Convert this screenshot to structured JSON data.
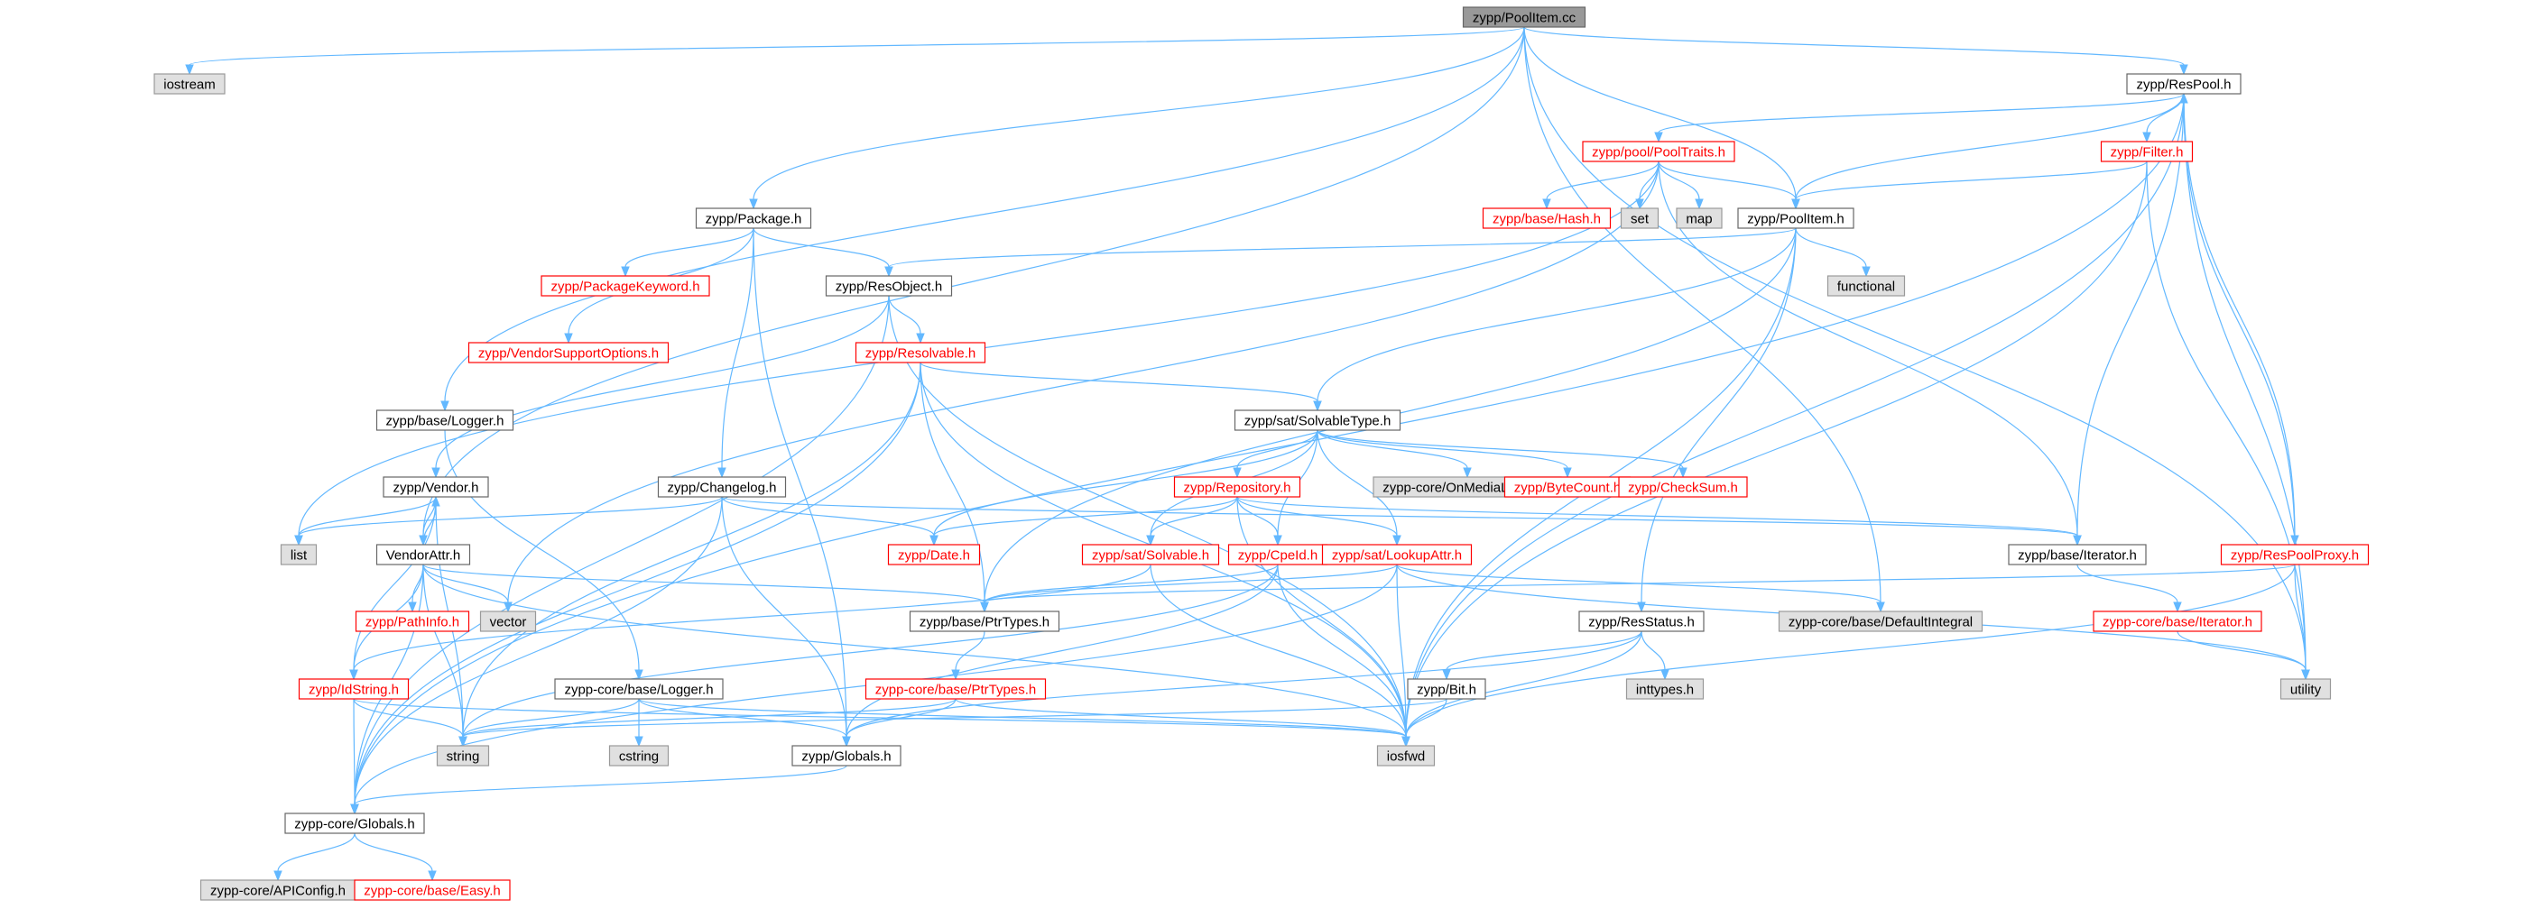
{
  "colors": {
    "edge": "#63b8ff",
    "root_fill": "#999999",
    "root_border": "#666666",
    "plain_border": "#666666",
    "red_border": "#ff0000",
    "system_fill": "#e0e0e0",
    "system_border": "#999999",
    "text": "#000000",
    "red_text": "#ff0000"
  },
  "nodes": [
    {
      "id": "poolitem_cc",
      "label": "zypp/PoolItem.cc",
      "style": "root"
    },
    {
      "id": "iostream",
      "label": "iostream",
      "style": "system"
    },
    {
      "id": "respool_h",
      "label": "zypp/ResPool.h",
      "style": "plain"
    },
    {
      "id": "pooltraits_h",
      "label": "zypp/pool/PoolTraits.h",
      "style": "red"
    },
    {
      "id": "filter_h",
      "label": "zypp/Filter.h",
      "style": "red"
    },
    {
      "id": "hash_h",
      "label": "zypp/base/Hash.h",
      "style": "red"
    },
    {
      "id": "set",
      "label": "set",
      "style": "system"
    },
    {
      "id": "map",
      "label": "map",
      "style": "system"
    },
    {
      "id": "poolitem_h",
      "label": "zypp/PoolItem.h",
      "style": "plain"
    },
    {
      "id": "package_h",
      "label": "zypp/Package.h",
      "style": "plain"
    },
    {
      "id": "packagekeyword_h",
      "label": "zypp/PackageKeyword.h",
      "style": "red"
    },
    {
      "id": "resobject_h",
      "label": "zypp/ResObject.h",
      "style": "plain"
    },
    {
      "id": "functional",
      "label": "functional",
      "style": "system"
    },
    {
      "id": "vendorsupport_h",
      "label": "zypp/VendorSupportOptions.h",
      "style": "red"
    },
    {
      "id": "resolvable_h",
      "label": "zypp/Resolvable.h",
      "style": "red"
    },
    {
      "id": "solvabletype_h",
      "label": "zypp/sat/SolvableType.h",
      "style": "plain"
    },
    {
      "id": "logger_h",
      "label": "zypp/base/Logger.h",
      "style": "plain"
    },
    {
      "id": "vendor_h",
      "label": "zypp/Vendor.h",
      "style": "plain"
    },
    {
      "id": "changelog_h",
      "label": "zypp/Changelog.h",
      "style": "plain"
    },
    {
      "id": "repository_h",
      "label": "zypp/Repository.h",
      "style": "red"
    },
    {
      "id": "onmedialocation",
      "label": "zypp-core/OnMediaLocation",
      "style": "system"
    },
    {
      "id": "bytecount_h",
      "label": "zypp/ByteCount.h",
      "style": "red"
    },
    {
      "id": "checksum_h",
      "label": "zypp/CheckSum.h",
      "style": "red"
    },
    {
      "id": "list",
      "label": "list",
      "style": "system"
    },
    {
      "id": "vendorattr_h",
      "label": "VendorAttr.h",
      "style": "plain"
    },
    {
      "id": "date_h",
      "label": "zypp/Date.h",
      "style": "red"
    },
    {
      "id": "solvable_h",
      "label": "zypp/sat/Solvable.h",
      "style": "red"
    },
    {
      "id": "cpeid_h",
      "label": "zypp/CpeId.h",
      "style": "red"
    },
    {
      "id": "lookupattr_h",
      "label": "zypp/sat/LookupAttr.h",
      "style": "red"
    },
    {
      "id": "iterator_h",
      "label": "zypp/base/Iterator.h",
      "style": "plain"
    },
    {
      "id": "respoolproxy_h",
      "label": "zypp/ResPoolProxy.h",
      "style": "red"
    },
    {
      "id": "pathinfo_h",
      "label": "zypp/PathInfo.h",
      "style": "red"
    },
    {
      "id": "vector",
      "label": "vector",
      "style": "system"
    },
    {
      "id": "ptrtypes_h",
      "label": "zypp/base/PtrTypes.h",
      "style": "plain"
    },
    {
      "id": "resstatus_h",
      "label": "zypp/ResStatus.h",
      "style": "plain"
    },
    {
      "id": "defaultintegral",
      "label": "zypp-core/base/DefaultIntegral",
      "style": "system"
    },
    {
      "id": "core_iterator_h",
      "label": "zypp-core/base/Iterator.h",
      "style": "red"
    },
    {
      "id": "idstring_h",
      "label": "zypp/IdString.h",
      "style": "red"
    },
    {
      "id": "core_logger_h",
      "label": "zypp-core/base/Logger.h",
      "style": "plain"
    },
    {
      "id": "core_ptrtypes_h",
      "label": "zypp-core/base/PtrTypes.h",
      "style": "red"
    },
    {
      "id": "bit_h",
      "label": "zypp/Bit.h",
      "style": "plain"
    },
    {
      "id": "inttypes_h",
      "label": "inttypes.h",
      "style": "system"
    },
    {
      "id": "utility",
      "label": "utility",
      "style": "system"
    },
    {
      "id": "string",
      "label": "string",
      "style": "system"
    },
    {
      "id": "cstring",
      "label": "cstring",
      "style": "system"
    },
    {
      "id": "globals_h",
      "label": "zypp/Globals.h",
      "style": "plain"
    },
    {
      "id": "iosfwd",
      "label": "iosfwd",
      "style": "system"
    },
    {
      "id": "core_globals_h",
      "label": "zypp-core/Globals.h",
      "style": "plain"
    },
    {
      "id": "apiconfig_h",
      "label": "zypp-core/APIConfig.h",
      "style": "system"
    },
    {
      "id": "easy_h",
      "label": "zypp-core/base/Easy.h",
      "style": "red"
    }
  ],
  "edges": [
    [
      "poolitem_cc",
      "iostream"
    ],
    [
      "poolitem_cc",
      "respool_h"
    ],
    [
      "poolitem_cc",
      "poolitem_h"
    ],
    [
      "poolitem_cc",
      "package_h"
    ],
    [
      "poolitem_cc",
      "logger_h"
    ],
    [
      "poolitem_cc",
      "vendorattr_h"
    ],
    [
      "poolitem_cc",
      "defaultintegral"
    ],
    [
      "poolitem_cc",
      "utility"
    ],
    [
      "respool_h",
      "pooltraits_h"
    ],
    [
      "respool_h",
      "filter_h"
    ],
    [
      "respool_h",
      "poolitem_h"
    ],
    [
      "respool_h",
      "iterator_h"
    ],
    [
      "respool_h",
      "respoolproxy_h"
    ],
    [
      "respool_h",
      "core_globals_h"
    ],
    [
      "respool_h",
      "utility"
    ],
    [
      "respool_h",
      "iosfwd"
    ],
    [
      "pooltraits_h",
      "hash_h"
    ],
    [
      "pooltraits_h",
      "set"
    ],
    [
      "pooltraits_h",
      "map"
    ],
    [
      "pooltraits_h",
      "poolitem_h"
    ],
    [
      "pooltraits_h",
      "list"
    ],
    [
      "pooltraits_h",
      "vector"
    ],
    [
      "pooltraits_h",
      "iterator_h"
    ],
    [
      "filter_h",
      "poolitem_h"
    ],
    [
      "filter_h",
      "utility"
    ],
    [
      "filter_h",
      "iosfwd"
    ],
    [
      "poolitem_h",
      "resobject_h"
    ],
    [
      "poolitem_h",
      "functional"
    ],
    [
      "poolitem_h",
      "solvabletype_h"
    ],
    [
      "poolitem_h",
      "ptrtypes_h"
    ],
    [
      "poolitem_h",
      "resstatus_h"
    ],
    [
      "poolitem_h",
      "iosfwd"
    ],
    [
      "package_h",
      "packagekeyword_h"
    ],
    [
      "package_h",
      "resobject_h"
    ],
    [
      "package_h",
      "vendorsupport_h"
    ],
    [
      "package_h",
      "changelog_h"
    ],
    [
      "package_h",
      "globals_h"
    ],
    [
      "resobject_h",
      "resolvable_h"
    ],
    [
      "resobject_h",
      "vendor_h"
    ],
    [
      "resobject_h",
      "core_globals_h"
    ],
    [
      "resobject_h",
      "iosfwd"
    ],
    [
      "resolvable_h",
      "solvabletype_h"
    ],
    [
      "resolvable_h",
      "ptrtypes_h"
    ],
    [
      "resolvable_h",
      "string"
    ],
    [
      "resolvable_h",
      "iosfwd"
    ],
    [
      "resolvable_h",
      "core_globals_h"
    ],
    [
      "solvabletype_h",
      "repository_h"
    ],
    [
      "solvabletype_h",
      "onmedialocation"
    ],
    [
      "solvabletype_h",
      "bytecount_h"
    ],
    [
      "solvabletype_h",
      "checksum_h"
    ],
    [
      "solvabletype_h",
      "date_h"
    ],
    [
      "solvabletype_h",
      "solvable_h"
    ],
    [
      "solvabletype_h",
      "cpeid_h"
    ],
    [
      "solvabletype_h",
      "lookupattr_h"
    ],
    [
      "logger_h",
      "core_logger_h"
    ],
    [
      "vendor_h",
      "vendorattr_h"
    ],
    [
      "vendor_h",
      "idstring_h"
    ],
    [
      "vendor_h",
      "string"
    ],
    [
      "vendor_h",
      "list"
    ],
    [
      "changelog_h",
      "date_h"
    ],
    [
      "changelog_h",
      "list"
    ],
    [
      "changelog_h",
      "iterator_h"
    ],
    [
      "changelog_h",
      "globals_h"
    ],
    [
      "changelog_h",
      "core_globals_h"
    ],
    [
      "repository_h",
      "date_h"
    ],
    [
      "repository_h",
      "solvable_h"
    ],
    [
      "repository_h",
      "cpeid_h"
    ],
    [
      "repository_h",
      "lookupattr_h"
    ],
    [
      "repository_h",
      "iterator_h"
    ],
    [
      "repository_h",
      "iosfwd"
    ],
    [
      "vendorattr_h",
      "vendor_h"
    ],
    [
      "vendorattr_h",
      "pathinfo_h"
    ],
    [
      "vendorattr_h",
      "vector"
    ],
    [
      "vendorattr_h",
      "idstring_h"
    ],
    [
      "vendorattr_h",
      "ptrtypes_h"
    ],
    [
      "vendorattr_h",
      "string"
    ],
    [
      "vendorattr_h",
      "iosfwd"
    ],
    [
      "vendorattr_h",
      "core_globals_h"
    ],
    [
      "solvable_h",
      "idstring_h"
    ],
    [
      "solvable_h",
      "iosfwd"
    ],
    [
      "cpeid_h",
      "ptrtypes_h"
    ],
    [
      "cpeid_h",
      "string"
    ],
    [
      "cpeid_h",
      "iosfwd"
    ],
    [
      "cpeid_h",
      "globals_h"
    ],
    [
      "lookupattr_h",
      "ptrtypes_h"
    ],
    [
      "lookupattr_h",
      "defaultintegral"
    ],
    [
      "lookupattr_h",
      "iosfwd"
    ],
    [
      "lookupattr_h",
      "utility"
    ],
    [
      "lookupattr_h",
      "core_globals_h"
    ],
    [
      "iterator_h",
      "core_iterator_h"
    ],
    [
      "respoolproxy_h",
      "respool_h"
    ],
    [
      "respoolproxy_h",
      "ptrtypes_h"
    ],
    [
      "respoolproxy_h",
      "utility"
    ],
    [
      "respoolproxy_h",
      "iosfwd"
    ],
    [
      "ptrtypes_h",
      "core_ptrtypes_h"
    ],
    [
      "resstatus_h",
      "bit_h"
    ],
    [
      "resstatus_h",
      "inttypes_h"
    ],
    [
      "resstatus_h",
      "iosfwd"
    ],
    [
      "resstatus_h",
      "globals_h"
    ],
    [
      "core_iterator_h",
      "utility"
    ],
    [
      "idstring_h",
      "string"
    ],
    [
      "idstring_h",
      "core_globals_h"
    ],
    [
      "idstring_h",
      "iosfwd"
    ],
    [
      "core_logger_h",
      "cstring"
    ],
    [
      "core_logger_h",
      "string"
    ],
    [
      "core_logger_h",
      "iosfwd"
    ],
    [
      "core_logger_h",
      "globals_h"
    ],
    [
      "core_ptrtypes_h",
      "string"
    ],
    [
      "core_ptrtypes_h",
      "iosfwd"
    ],
    [
      "core_ptrtypes_h",
      "globals_h"
    ],
    [
      "bit_h",
      "string"
    ],
    [
      "bit_h",
      "iosfwd"
    ],
    [
      "globals_h",
      "core_globals_h"
    ],
    [
      "core_globals_h",
      "apiconfig_h"
    ],
    [
      "core_globals_h",
      "easy_h"
    ]
  ]
}
